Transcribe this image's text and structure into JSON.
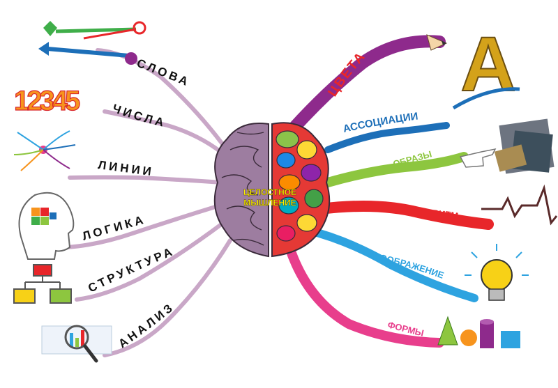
{
  "center": {
    "line1": "ЦЕЛОСТНОЕ",
    "line2": "МЫШЛЕНИЕ"
  },
  "left_branches": [
    {
      "label": "СЛОВА",
      "icon": "keys-icon"
    },
    {
      "label": "ЧИСЛА",
      "icon": "numbers-icon"
    },
    {
      "label": "ЛИНИИ",
      "icon": "lines-icon"
    },
    {
      "label": "ЛОГИКА",
      "icon": "head-puzzle-icon"
    },
    {
      "label": "СТРУКТУРА",
      "icon": "structure-blocks-icon"
    },
    {
      "label": "АНАЛИЗ",
      "icon": "magnifier-chart-icon"
    }
  ],
  "right_branches": [
    {
      "label": "ЦВЕТА",
      "icon": "pencil-icon",
      "color": "#8e2a8c"
    },
    {
      "label": "АССОЦИАЦИИ",
      "icon": "letter-a-icon",
      "color": "#1d6fb8"
    },
    {
      "label": "ОБРАЗЫ",
      "icon": "photos-icon",
      "color": "#8dc63f"
    },
    {
      "label": "РИТМ",
      "icon": "pulse-icon",
      "color": "#e8262a"
    },
    {
      "label": "ВООБРАЖЕНИЕ",
      "icon": "lightbulb-icon",
      "color": "#2ea3e0"
    },
    {
      "label": "ФОРМЫ",
      "icon": "shapes-icon",
      "color": "#e83e8c"
    }
  ],
  "left_branch_color": "#c9a7c7",
  "icon_texts": {
    "numbers": "12345",
    "letter": "A"
  }
}
